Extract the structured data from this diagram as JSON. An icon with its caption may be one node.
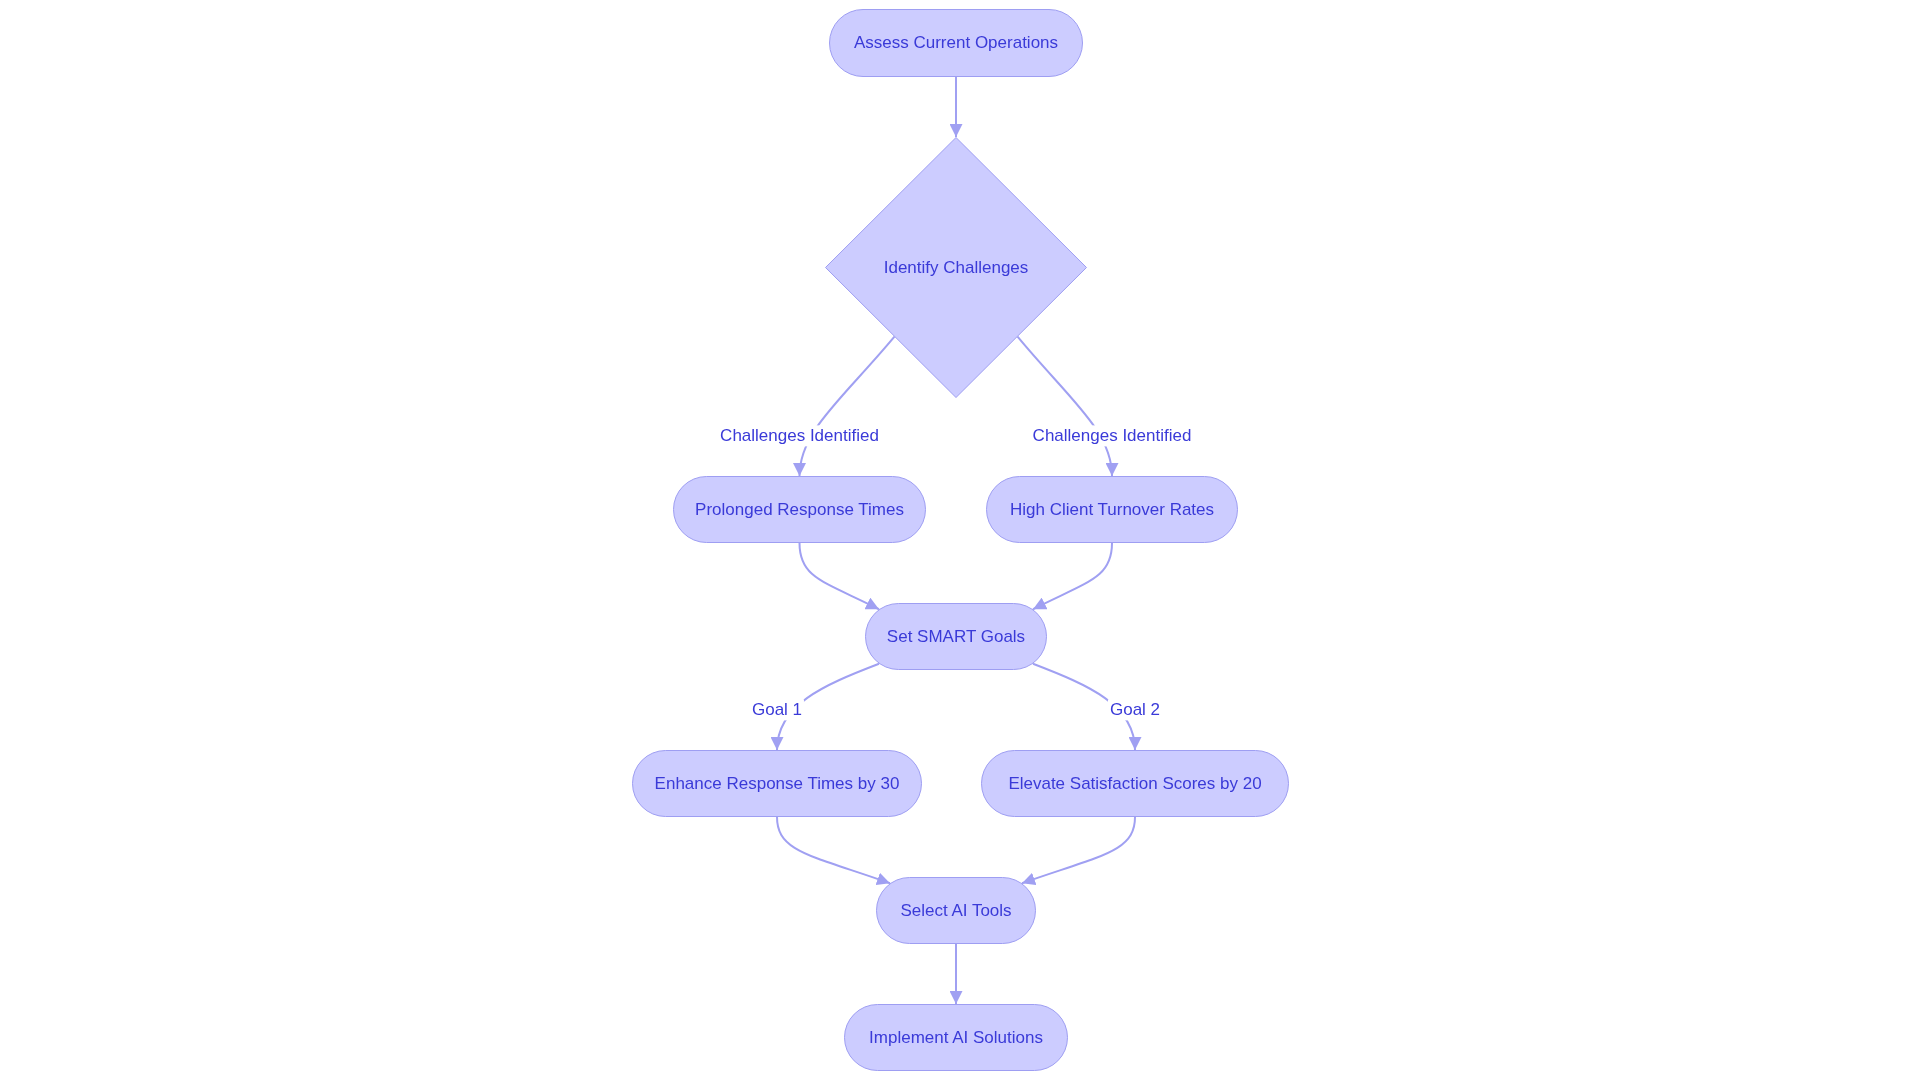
{
  "diagram": {
    "nodes": [
      {
        "text": [
          "Assess Current Operations"
        ]
      },
      {
        "text": [
          "Identify Challenges"
        ]
      },
      {
        "text": [
          "Prolonged Response Times"
        ]
      },
      {
        "text": [
          "High Client Turnover Rates"
        ]
      },
      {
        "text": [
          "Set SMART Goals"
        ]
      },
      {
        "text": [
          "Enhance Response Times by 30"
        ]
      },
      {
        "text": [
          "Elevate Satisfaction Scores by 20"
        ]
      },
      {
        "text": [
          "Select AI Tools"
        ]
      },
      {
        "text": [
          "Implement AI Solutions"
        ]
      }
    ],
    "edges": [
      {
        "from": 0,
        "to": 1,
        "arrow": "to"
      },
      {
        "from": 1,
        "to": 2,
        "arrow": "to",
        "label": "Challenges Identified"
      },
      {
        "from": 1,
        "to": 3,
        "arrow": "to",
        "label": "Challenges Identified"
      },
      {
        "from": 2,
        "to": 4,
        "arrow": "to"
      },
      {
        "from": 3,
        "to": 4,
        "arrow": "to"
      },
      {
        "from": 4,
        "to": 5,
        "arrow": "to",
        "label": "Goal 1"
      },
      {
        "from": 4,
        "to": 6,
        "arrow": "to",
        "label": "Goal 2"
      },
      {
        "from": 5,
        "to": 7,
        "arrow": "to"
      },
      {
        "from": 6,
        "to": 7,
        "arrow": "to"
      },
      {
        "from": 7,
        "to": 8,
        "arrow": "to"
      }
    ]
  }
}
